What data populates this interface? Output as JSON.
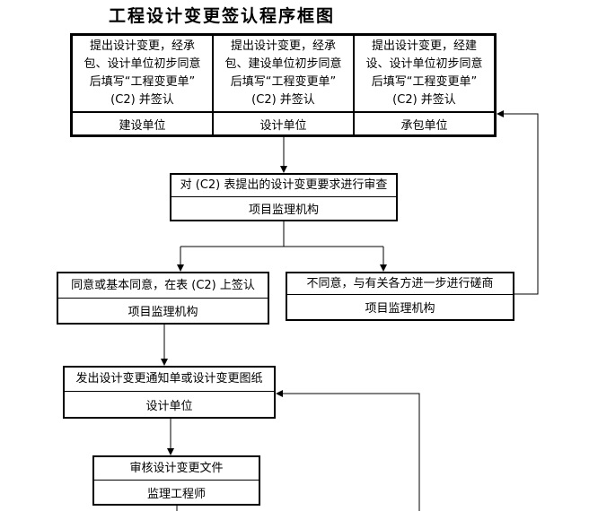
{
  "title": "工程设计变更签认程序框图",
  "colors": {
    "line": "#000000",
    "background": "#ffffff",
    "text": "#000000"
  },
  "top_table": {
    "columns": [
      {
        "body": "提出设计变更，经承\n包、设计单位初步同意\n后填写“工程变更单”\n(C2) 并签认",
        "actor": "建设单位"
      },
      {
        "body": "提出设计变更，经承\n包、建设单位初步同意\n后填写“工程变更单”\n(C2) 并签认",
        "actor": "设计单位"
      },
      {
        "body": "提出设计变更，经建\n设、设计单位初步同意\n后填写“工程变更单”\n(C2) 并签认",
        "actor": "承包单位"
      }
    ]
  },
  "boxes": {
    "review": {
      "body": "对 (C2) 表提出的设计变更要求进行审查",
      "actor": "项目监理机构"
    },
    "agree": {
      "body": "同意或基本同意，在表 (C2) 上签认",
      "actor": "项目监理机构"
    },
    "disagree": {
      "body": "不同意，与有关各方进一步进行磋商",
      "actor": "项目监理机构"
    },
    "issue": {
      "body": "发出设计变更通知单或设计变更图纸",
      "actor": "设计单位"
    },
    "audit": {
      "body": "审核设计变更文件",
      "actor": "监理工程师"
    }
  }
}
